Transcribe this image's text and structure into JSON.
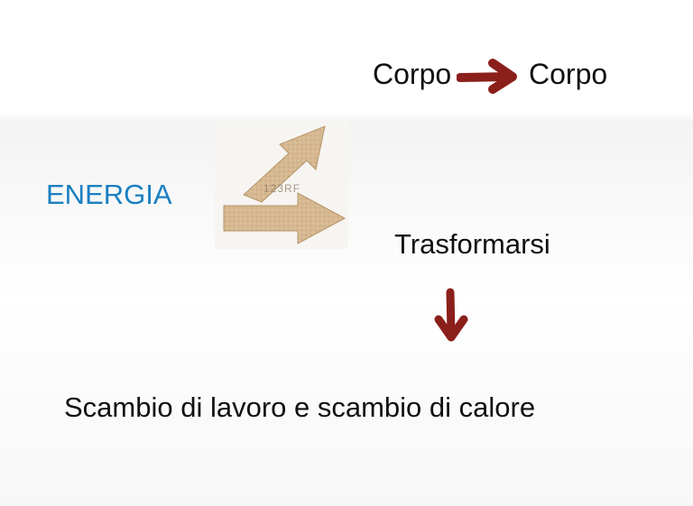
{
  "diagram": {
    "energia": "ENERGIA",
    "corpo_from": "Corpo",
    "corpo_to": "Corpo",
    "trasformarsi": "Trasformarsi",
    "scambio": "Scambio di lavoro e scambio di calore",
    "watermark": "123RF"
  },
  "colors": {
    "energia": "#1a7fc1",
    "red_arrow": "#8b1f1b",
    "cardboard": "#d2b48c",
    "text": "#111111"
  },
  "icons": {
    "cardboard_arrows": "cardboard-arrows-icon",
    "arrow_right": "red-arrow-right-icon",
    "arrow_down": "red-arrow-down-icon"
  }
}
